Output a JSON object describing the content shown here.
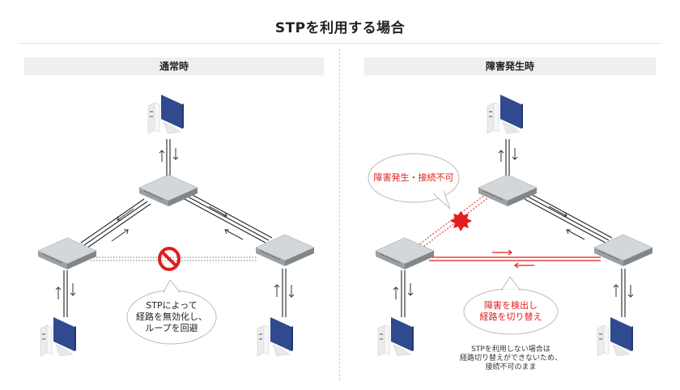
{
  "title": "STPを利用する場合",
  "panels": {
    "left": {
      "header": "通常時",
      "callout": "STPによって\n経路を無効化し、\nループを回避"
    },
    "right": {
      "header": "障害発生時",
      "failure_callout": "障害発生・接続不可",
      "switch_callout": "障害を検出し\n経路を切り替え",
      "note": "STPを利用しない場合は\n経路切り替えができないため、\n接続不可のまま"
    }
  },
  "colors": {
    "accent_red": "#e01e1e",
    "switch_top": "#cfd3d6",
    "switch_side": "#8e9498",
    "monitor_screen": "#2f4a8f"
  }
}
